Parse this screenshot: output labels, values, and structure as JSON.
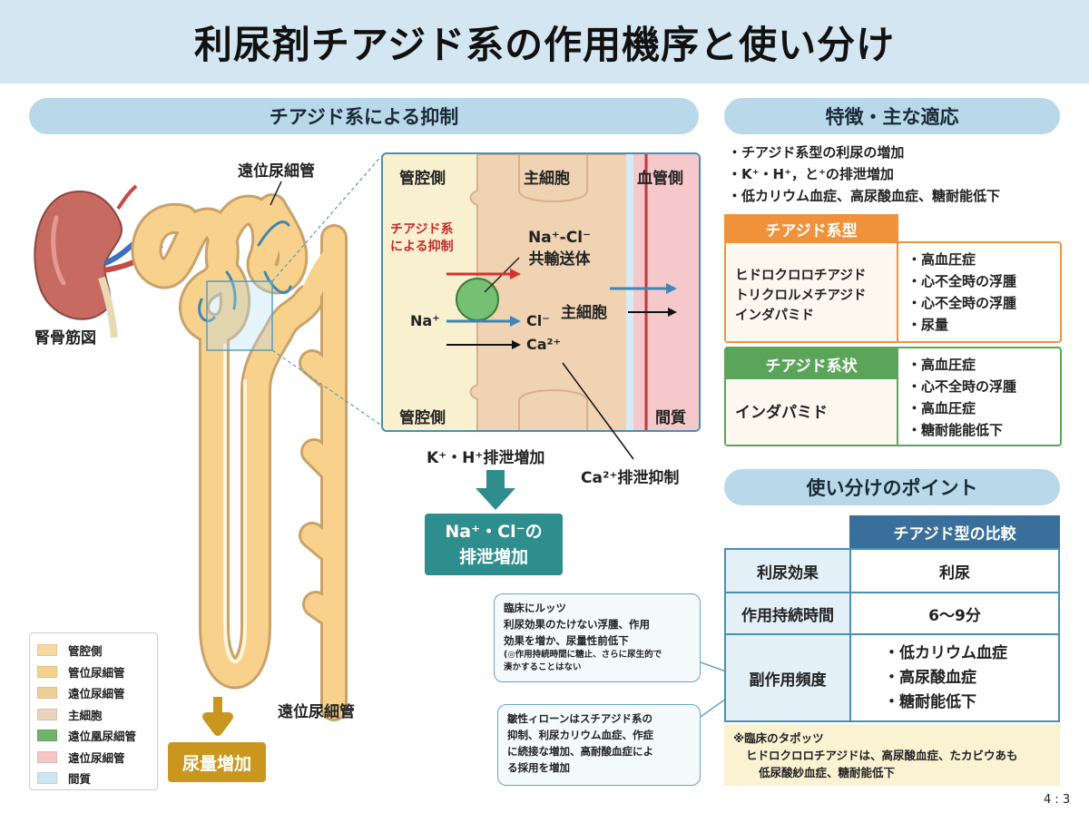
{
  "title": "利尿剤チアジド系の作用機序と使い分け",
  "left_section": {
    "header": "チアジド系による抑制",
    "label_distal_top": "遠位尿細管",
    "label_kidney": "腎骨筋図",
    "label_distal_bottom": "遠位尿細管",
    "urine_box": "尿量増加",
    "cell": {
      "lumen_top": "管腔側",
      "cell_top": "主細胞",
      "blood_top": "血管側",
      "inhibit_label": "チアジド系\nによる抑制",
      "transporter": "Na⁺-Cl⁻\n共輸送体",
      "na": "Na⁺",
      "cl": "Cl⁻",
      "ca": "Ca²⁺",
      "cell_mid": "主細胞",
      "lumen_bottom": "管腔側",
      "interstitium": "間質"
    },
    "k_h_label": "K⁺・H⁺排泄増加",
    "ca_label": "Ca²⁺排泄抑制",
    "result_box": "Na⁺・Cl⁻の\n排泄増加",
    "bubble1": [
      "臨床にルッツ",
      "利尿効果のたけない浮腫、作用",
      "効果を増か、尿量性前低下",
      "(◎作用持続時間に糖止、さらに尿生的で",
      "湊かすることはない"
    ],
    "bubble2": [
      "皺性ィローンはスチアジド系の",
      "抑制、利尿カリウム血症、作症",
      "に続接な増加、高耐酸血症によ",
      "る採用を増加"
    ],
    "legend": [
      {
        "label": "管腔側",
        "color": "#f7d9a0"
      },
      {
        "label": "管位尿細管",
        "color": "#f5d28c"
      },
      {
        "label": "遠位尿細管",
        "color": "#efcf98"
      },
      {
        "label": "主細胞",
        "color": "#ead3bb"
      },
      {
        "label": "遠位凰尿細管",
        "color": "#6fb36a"
      },
      {
        "label": "遠位尿細管",
        "color": "#f5c6c8"
      },
      {
        "label": "間質",
        "color": "#cfe4f2"
      }
    ]
  },
  "right_section": {
    "features_header": "特徴・主な適応",
    "features": [
      "・チアジド系型の利尿の増加",
      "・K⁺・H⁺，と⁺の排泄増加",
      "・低カリウム血症、高尿酸血症、糖耐能低下"
    ],
    "card1": {
      "header": "チアジド系型",
      "drugs": [
        "ヒドロクロロチアジド",
        "トリクロルメチアジド",
        "インダパミド"
      ],
      "uses": [
        "・高血圧症",
        "・心不全時の浮腫",
        "・心不全時の浮腫",
        "・尿量"
      ],
      "accent": "#f0923a"
    },
    "card2": {
      "header": "チアジド系状",
      "drugs": [
        "インダパミド"
      ],
      "uses": [
        "・高血圧症",
        "・心不全時の浮腫",
        "・高血圧症",
        "・糖耐能能低下"
      ],
      "accent": "#5aa55a"
    },
    "usage_header": "使い分けのポイント",
    "table": {
      "column_header": "チアジド型の比較",
      "rows": [
        {
          "label": "利尿効果",
          "value": "利尿"
        },
        {
          "label": "作用持続時間",
          "value": "6〜9分"
        },
        {
          "label": "副作用頻度",
          "value": "・低カリウム血症\n・高尿酸血症\n・糖耐能低下"
        }
      ]
    },
    "note": [
      "※臨床のタポッツ",
      "ヒドロクロロチアジドは、高尿酸血症、たカビウあも",
      "低尿酸紗血症、糖耐能低下"
    ]
  },
  "aspect": "4 : 3",
  "colors": {
    "title_bg": "#d3e6f1",
    "pill_bg": "#b9d9ea",
    "teal": "#2e8d8d",
    "tubule": "#f7cf86",
    "blue_arrow": "#3f86b5",
    "red_arrow": "#d23232"
  }
}
